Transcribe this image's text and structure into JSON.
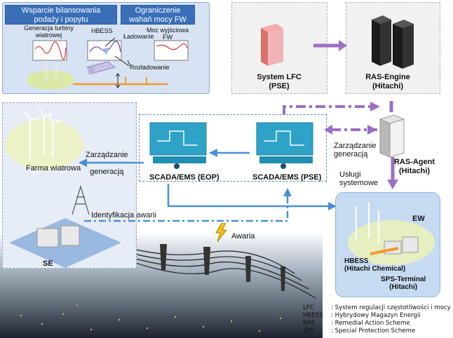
{
  "top_panel": {
    "headers": [
      "Wsparcie bilansowania\npodaży i popytu",
      "Ograniczenie\nwahań mocy FW"
    ],
    "labels": {
      "wind_generation": "Generacja turbiny\nwiatrowej",
      "hbess": "HBESS",
      "charging": "Ładowanie",
      "fw_output": "Moc wyjściowa\nFW",
      "discharging": "Rozładowanie"
    }
  },
  "nodes": {
    "lfc": "System LFC\n(PSE)",
    "ras_engine": "RAS-Engine\n(Hitachi)",
    "ras_agent": "RAS-Agent\n(Hitachi)",
    "scada_eop": "SCADA/EMS (EOP)",
    "scada_pse": "SCADA/EMS (PSE)",
    "wind_farm": "Farma wiatrowa",
    "se": "SE",
    "ew": "EW",
    "hbess_chem": "HBESS\n(Hitachi Chemical)",
    "sps_terminal": "SPS-Terminal\n(Hitachi)"
  },
  "edge_labels": {
    "gen_mgmt_left": "Zarządzanie\ngeneracją",
    "gen_mgmt_right": "Zarządzanie\ngeneracją",
    "system_services": "Usługi\nsystemowe",
    "fault_id": "Identyfikacja awarii",
    "fault": "Awaria"
  },
  "legend": [
    {
      "abbr": "LFC",
      "desc": ": System regulacji częstotliwości i mocy"
    },
    {
      "abbr": "HBESS",
      "desc": ": Hybrydowy Magazyn Energii"
    },
    {
      "abbr": "RAS",
      "desc": ": Remedial Action Scheme"
    },
    {
      "abbr": "SPS",
      "desc": ": Special Protection Scheme"
    }
  ],
  "colors": {
    "purple": "#9b6fc4",
    "blue_arrow": "#4a8fd8",
    "panel": "#d7e3f3",
    "header": "#3a6fb8"
  }
}
